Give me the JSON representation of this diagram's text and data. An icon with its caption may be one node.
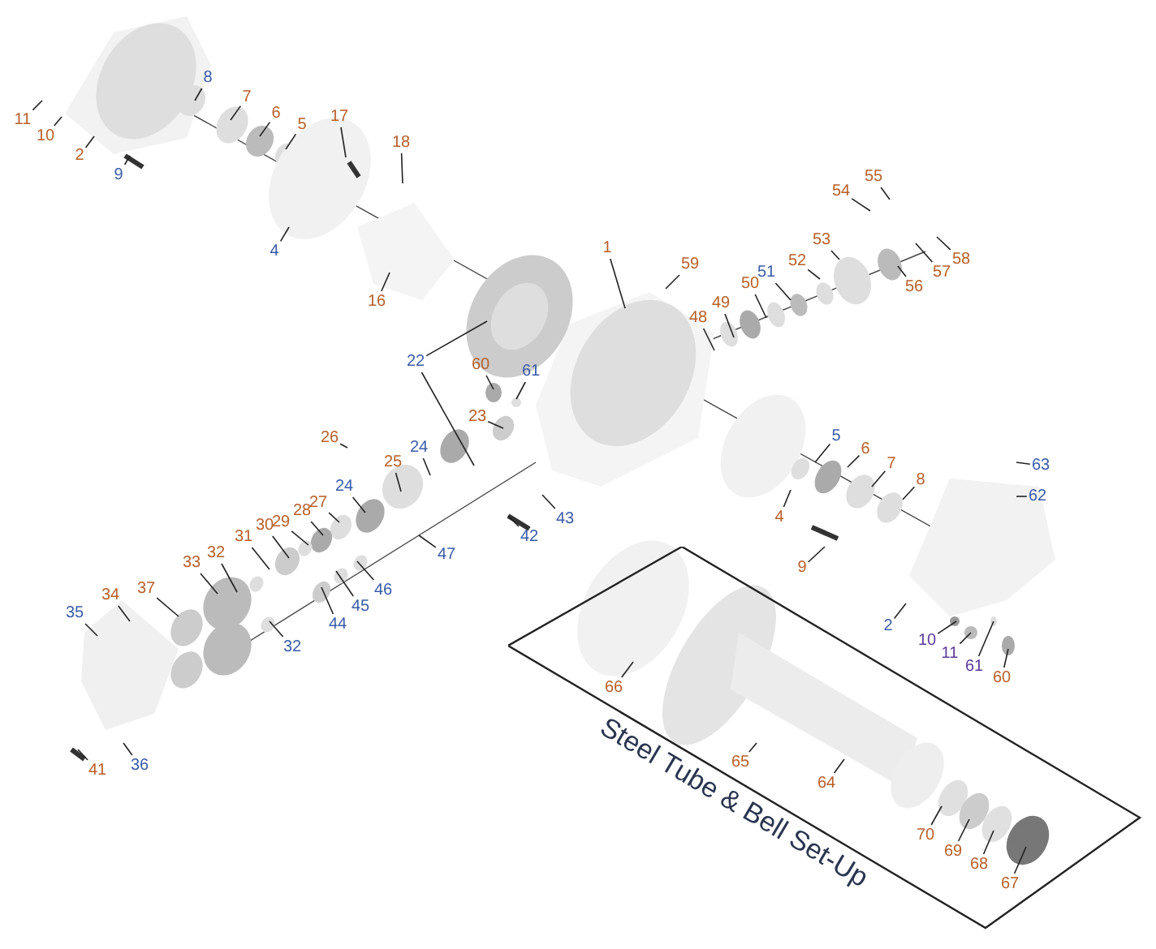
{
  "diagram": {
    "nodes": [
      {
        "text": [
          "11"
        ]
      },
      {
        "text": [
          "10"
        ]
      },
      {
        "text": [
          "2"
        ]
      },
      {
        "text": [
          "9"
        ]
      },
      {
        "text": [
          "8"
        ]
      },
      {
        "text": [
          "7"
        ]
      },
      {
        "text": [
          "6"
        ]
      },
      {
        "text": [
          "5"
        ]
      },
      {
        "text": [
          "17"
        ]
      },
      {
        "text": [
          "18"
        ]
      },
      {
        "text": [
          "4"
        ]
      },
      {
        "text": [
          "16"
        ]
      },
      {
        "text": [
          "1"
        ]
      },
      {
        "text": [
          "59"
        ]
      },
      {
        "text": [
          "55"
        ]
      },
      {
        "text": [
          "54"
        ]
      },
      {
        "text": [
          "53"
        ]
      },
      {
        "text": [
          "52"
        ]
      },
      {
        "text": [
          "51"
        ]
      },
      {
        "text": [
          "50"
        ]
      },
      {
        "text": [
          "49"
        ]
      },
      {
        "text": [
          "48"
        ]
      },
      {
        "text": [
          "58"
        ]
      },
      {
        "text": [
          "57"
        ]
      },
      {
        "text": [
          "56"
        ]
      },
      {
        "text": [
          "22"
        ]
      },
      {
        "text": [
          "60"
        ]
      },
      {
        "text": [
          "61"
        ]
      },
      {
        "text": [
          "23"
        ]
      },
      {
        "text": [
          "26"
        ]
      },
      {
        "text": [
          "24"
        ]
      },
      {
        "text": [
          "25"
        ]
      },
      {
        "text": [
          "24"
        ]
      },
      {
        "text": [
          "27"
        ]
      },
      {
        "text": [
          "28"
        ]
      },
      {
        "text": [
          "29"
        ]
      },
      {
        "text": [
          "30"
        ]
      },
      {
        "text": [
          "31"
        ]
      },
      {
        "text": [
          "32"
        ]
      },
      {
        "text": [
          "33"
        ]
      },
      {
        "text": [
          "37"
        ]
      },
      {
        "text": [
          "34"
        ]
      },
      {
        "text": [
          "35"
        ]
      },
      {
        "text": [
          "47"
        ]
      },
      {
        "text": [
          "42"
        ]
      },
      {
        "text": [
          "43"
        ]
      },
      {
        "text": [
          "46"
        ]
      },
      {
        "text": [
          "45"
        ]
      },
      {
        "text": [
          "44"
        ]
      },
      {
        "text": [
          "32"
        ]
      },
      {
        "text": [
          "41"
        ]
      },
      {
        "text": [
          "36"
        ]
      },
      {
        "text": [
          "4"
        ]
      },
      {
        "text": [
          "5"
        ]
      },
      {
        "text": [
          "6"
        ]
      },
      {
        "text": [
          "7"
        ]
      },
      {
        "text": [
          "8"
        ]
      },
      {
        "text": [
          "63"
        ]
      },
      {
        "text": [
          "62"
        ]
      },
      {
        "text": [
          "9"
        ]
      },
      {
        "text": [
          "2"
        ]
      },
      {
        "text": [
          "10"
        ]
      },
      {
        "text": [
          "11"
        ]
      },
      {
        "text": [
          "61"
        ]
      },
      {
        "text": [
          "60"
        ]
      },
      {
        "text": [
          "Steel Tube & Bell Set-Up"
        ]
      },
      {
        "text": [
          "66"
        ],
        "in": 65
      },
      {
        "text": [
          "65"
        ],
        "in": 65
      },
      {
        "text": [
          "64"
        ],
        "in": 65
      },
      {
        "text": [
          "70"
        ],
        "in": 65
      },
      {
        "text": [
          "69"
        ],
        "in": 65
      },
      {
        "text": [
          "68"
        ],
        "in": 65
      },
      {
        "text": [
          "67"
        ],
        "in": 65
      }
    ],
    "edges": [
      {
        "from": 0,
        "to": null,
        "arrow": "none"
      },
      {
        "from": 1,
        "to": null,
        "arrow": "none"
      },
      {
        "from": 2,
        "to": null,
        "arrow": "none"
      },
      {
        "from": 3,
        "to": null,
        "arrow": "none"
      },
      {
        "from": 4,
        "to": null,
        "arrow": "none"
      },
      {
        "from": 5,
        "to": null,
        "arrow": "none"
      },
      {
        "from": 6,
        "to": null,
        "arrow": "none"
      },
      {
        "from": 7,
        "to": null,
        "arrow": "none"
      },
      {
        "from": 8,
        "to": null,
        "arrow": "none"
      },
      {
        "from": 9,
        "to": null,
        "arrow": "none"
      },
      {
        "from": 10,
        "to": null,
        "arrow": "none"
      },
      {
        "from": 11,
        "to": null,
        "arrow": "none"
      },
      {
        "from": 12,
        "to": null,
        "arrow": "none"
      },
      {
        "from": 13,
        "to": null,
        "arrow": "none"
      },
      {
        "from": 14,
        "to": null,
        "arrow": "none"
      },
      {
        "from": 15,
        "to": null,
        "arrow": "none"
      },
      {
        "from": 16,
        "to": null,
        "arrow": "none"
      },
      {
        "from": 17,
        "to": null,
        "arrow": "none"
      },
      {
        "from": 18,
        "to": null,
        "arrow": "none"
      },
      {
        "from": 19,
        "to": null,
        "arrow": "none"
      },
      {
        "from": 20,
        "to": null,
        "arrow": "none"
      },
      {
        "from": 21,
        "to": null,
        "arrow": "none"
      },
      {
        "from": 22,
        "to": null,
        "arrow": "none"
      },
      {
        "from": 23,
        "to": null,
        "arrow": "none"
      },
      {
        "from": 24,
        "to": null,
        "arrow": "none"
      },
      {
        "from": 25,
        "to": null,
        "arrow": "none"
      },
      {
        "from": 25,
        "to": null,
        "arrow": "none"
      },
      {
        "from": 26,
        "to": null,
        "arrow": "none"
      },
      {
        "from": 27,
        "to": null,
        "arrow": "none"
      },
      {
        "from": 28,
        "to": null,
        "arrow": "none"
      },
      {
        "from": 29,
        "to": null,
        "arrow": "none"
      },
      {
        "from": 30,
        "to": null,
        "arrow": "none"
      },
      {
        "from": 31,
        "to": null,
        "arrow": "none"
      },
      {
        "from": 32,
        "to": null,
        "arrow": "none"
      },
      {
        "from": 33,
        "to": null,
        "arrow": "none"
      },
      {
        "from": 34,
        "to": null,
        "arrow": "none"
      },
      {
        "from": 35,
        "to": null,
        "arrow": "none"
      },
      {
        "from": 36,
        "to": null,
        "arrow": "none"
      },
      {
        "from": 37,
        "to": null,
        "arrow": "none"
      },
      {
        "from": 38,
        "to": null,
        "arrow": "none"
      },
      {
        "from": 39,
        "to": null,
        "arrow": "none"
      },
      {
        "from": 40,
        "to": null,
        "arrow": "none"
      },
      {
        "from": 41,
        "to": null,
        "arrow": "none"
      },
      {
        "from": 42,
        "to": null,
        "arrow": "none"
      },
      {
        "from": 43,
        "to": null,
        "arrow": "none"
      },
      {
        "from": 44,
        "to": null,
        "arrow": "none"
      },
      {
        "from": 45,
        "to": null,
        "arrow": "none"
      },
      {
        "from": 46,
        "to": null,
        "arrow": "none"
      },
      {
        "from": 47,
        "to": null,
        "arrow": "none"
      },
      {
        "from": 48,
        "to": null,
        "arrow": "none"
      },
      {
        "from": 49,
        "to": null,
        "arrow": "none"
      },
      {
        "from": 50,
        "to": null,
        "arrow": "none"
      },
      {
        "from": 51,
        "to": null,
        "arrow": "none"
      },
      {
        "from": 52,
        "to": null,
        "arrow": "none"
      },
      {
        "from": 53,
        "to": null,
        "arrow": "none"
      },
      {
        "from": 54,
        "to": null,
        "arrow": "none"
      },
      {
        "from": 55,
        "to": null,
        "arrow": "none"
      },
      {
        "from": 56,
        "to": null,
        "arrow": "none"
      },
      {
        "from": 57,
        "to": null,
        "arrow": "none"
      },
      {
        "from": 58,
        "to": null,
        "arrow": "none"
      },
      {
        "from": 59,
        "to": null,
        "arrow": "none"
      },
      {
        "from": 60,
        "to": null,
        "arrow": "none"
      },
      {
        "from": 61,
        "to": null,
        "arrow": "none"
      },
      {
        "from": 62,
        "to": null,
        "arrow": "none"
      },
      {
        "from": 63,
        "to": null,
        "arrow": "none"
      },
      {
        "from": 64,
        "to": null,
        "arrow": "none"
      },
      {
        "from": 66,
        "to": null,
        "arrow": "none"
      },
      {
        "from": 67,
        "to": null,
        "arrow": "none"
      },
      {
        "from": 68,
        "to": null,
        "arrow": "none"
      },
      {
        "from": 69,
        "to": null,
        "arrow": "none"
      },
      {
        "from": 70,
        "to": null,
        "arrow": "none"
      },
      {
        "from": 71,
        "to": null,
        "arrow": "none"
      },
      {
        "from": 72,
        "to": null,
        "arrow": "none"
      }
    ]
  }
}
